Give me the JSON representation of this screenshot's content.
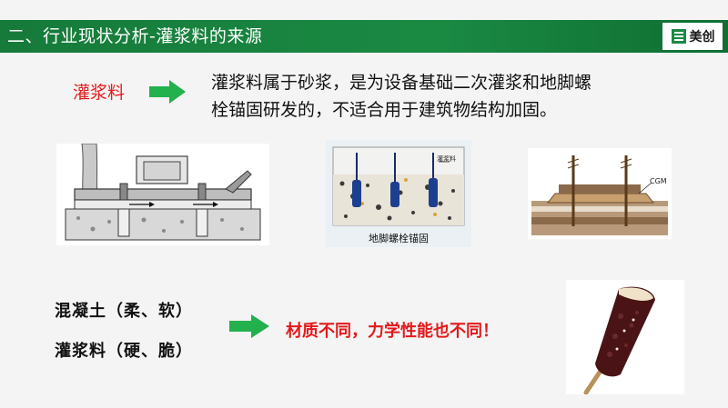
{
  "header": {
    "title": "二、行业现状分析-灌浆料的来源",
    "logo_text": "美创"
  },
  "intro": {
    "term": "灌浆料",
    "line1": "灌浆料属于砂浆，是为设备基础二次灌浆和地脚螺",
    "line2": "栓锚固研发的，不适合用于建筑物结构加固。"
  },
  "images": {
    "anchor_caption": "地脚螺栓锚固",
    "anchor_tag": "灌浆料",
    "cgm_label": "CGM"
  },
  "comparison": {
    "concrete": "混凝土（柔、软）",
    "grout": "灌浆料（硬、脆）",
    "conclusion": "材质不同，力学性能也不同！"
  },
  "colors": {
    "header_green": "#1a8a43",
    "arrow_green": "#22b14c",
    "accent_red": "#e3191b"
  }
}
